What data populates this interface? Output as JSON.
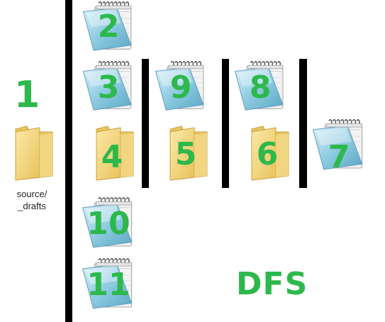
{
  "root": {
    "number": "1",
    "label_line1": "source/",
    "label_line2": "_drafts",
    "icon": "folder-icon"
  },
  "nodes": [
    {
      "id": "2",
      "type": "notepad",
      "icon": "notepad-icon"
    },
    {
      "id": "3",
      "type": "notepad",
      "icon": "notepad-icon"
    },
    {
      "id": "4",
      "type": "folder",
      "icon": "folder-icon"
    },
    {
      "id": "9",
      "type": "notepad",
      "icon": "notepad-icon"
    },
    {
      "id": "5",
      "type": "folder",
      "icon": "folder-icon"
    },
    {
      "id": "8",
      "type": "notepad",
      "icon": "notepad-icon"
    },
    {
      "id": "6",
      "type": "folder",
      "icon": "folder-icon"
    },
    {
      "id": "7",
      "type": "notepad",
      "icon": "notepad-icon"
    },
    {
      "id": "10",
      "type": "notepad",
      "icon": "notepad-icon"
    },
    {
      "id": "11",
      "type": "notepad",
      "icon": "notepad-icon"
    }
  ],
  "title": "DFS",
  "colors": {
    "number_green": "#2db84b",
    "bar": "#000000",
    "folder_yellow": "#f5d67a",
    "notepad_blue": "#8ecbe0"
  }
}
